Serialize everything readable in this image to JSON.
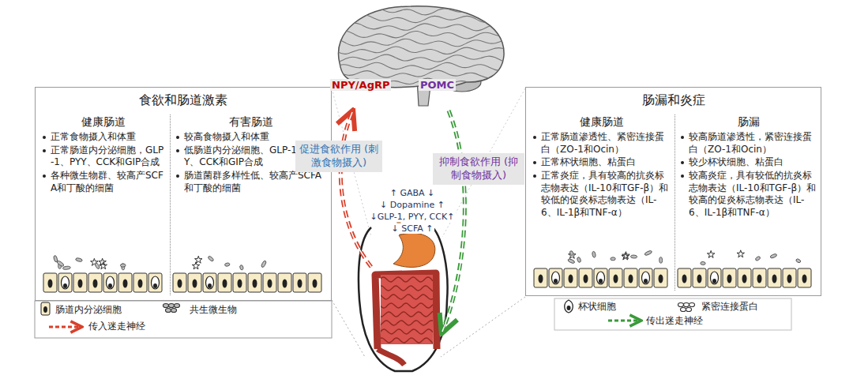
{
  "diagram": {
    "nodes": [
      {
        "text": [
          "食欲和肠道激素"
        ]
      },
      {
        "text": [
          "健康肠道",
          "正常食物摄入和体重",
          "正常肠道内分泌细胞，GLP-1、PYY、CCK和GIP合成",
          "各种微生物群、较高产SCFA和丁酸的细菌"
        ],
        "in": 0
      },
      {
        "text": [
          "有害肠道",
          "较高食物摄入和体重",
          "低肠道内分泌细胞、GLP-1、PYY、CCK和GIP合成",
          "肠道菌群多样性低、较高产SCFA和丁酸的细菌"
        ],
        "in": 0
      },
      {
        "text": [
          "肠漏和炎症"
        ]
      },
      {
        "text": [
          "健康肠道",
          "正常肠道渗透性、紧密连接蛋白（ZO-1和Ocin）",
          "正常杯状细胞、粘蛋白",
          "正常炎症，具有较高的抗炎标志物表达（IL-10和TGF-β）和较低的促炎标志物表达（IL-6、IL-1β和TNF-α）"
        ],
        "in": 3
      },
      {
        "text": [
          "肠漏",
          "较高肠道渗透性，紧密连接蛋白（ZO-1和Ocin）",
          "较少杯状细胞、粘蛋白",
          "较高炎症，具有较低的抗炎标志物表达（IL-10和TGF-β）和较高的促炎标志物表达（IL-6、IL-1β和TNF-α）"
        ],
        "in": 3
      },
      {
        "text": [
          "促进食欲作用 (刺激食物摄入)"
        ]
      },
      {
        "text": [
          "抑制食欲作用 (抑制食物摄入)"
        ]
      }
    ],
    "labels": [
      "NPY/AgRP",
      "POMC",
      "↑ GABA ↓",
      "↓ Dopamine ↑",
      "↓GLP-1, PYY, CCK↑",
      "↓ SCFA ↑"
    ],
    "legend": [
      {
        "text": "肠道内分泌细胞"
      },
      {
        "text": "共生微生物"
      },
      {
        "text": "传入迷走神经"
      },
      {
        "text": "杯状细胞"
      },
      {
        "text": "紧密连接蛋白"
      },
      {
        "text": "传出迷走神经"
      }
    ]
  }
}
